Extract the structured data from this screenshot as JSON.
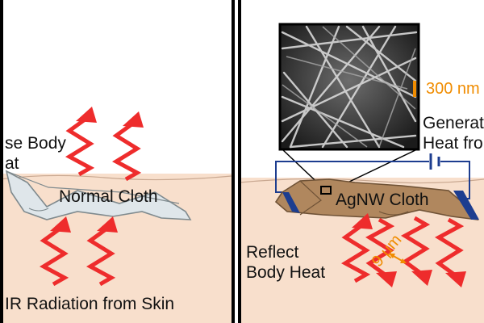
{
  "left_panel": {
    "release_line1": "se Body",
    "release_line2": "at",
    "cloth_label": "Normal Cloth",
    "radiation_label": "IR Radiation from Skin"
  },
  "right_panel": {
    "scale_sem": "300 nm",
    "generate_line1": "Generat",
    "generate_line2": "Heat fro",
    "cloth_label": "AgNW Cloth",
    "reflect_line1": "Reflect",
    "reflect_line2": "Body Heat",
    "scale_fiber": "9 μm"
  },
  "colors": {
    "skin": "#f8dfcc",
    "arrow_red": "#ee2c2c",
    "normal_cloth": "#dfe6ea",
    "agnw_cloth": "#b0875e",
    "wire_blue": "#1d3d8f",
    "scale_orange": "#f08c00",
    "sem_dark": "#2a2a2a"
  },
  "icons": [
    "ir-wave-arrow-icon",
    "battery-icon",
    "scale-bar-icon"
  ]
}
